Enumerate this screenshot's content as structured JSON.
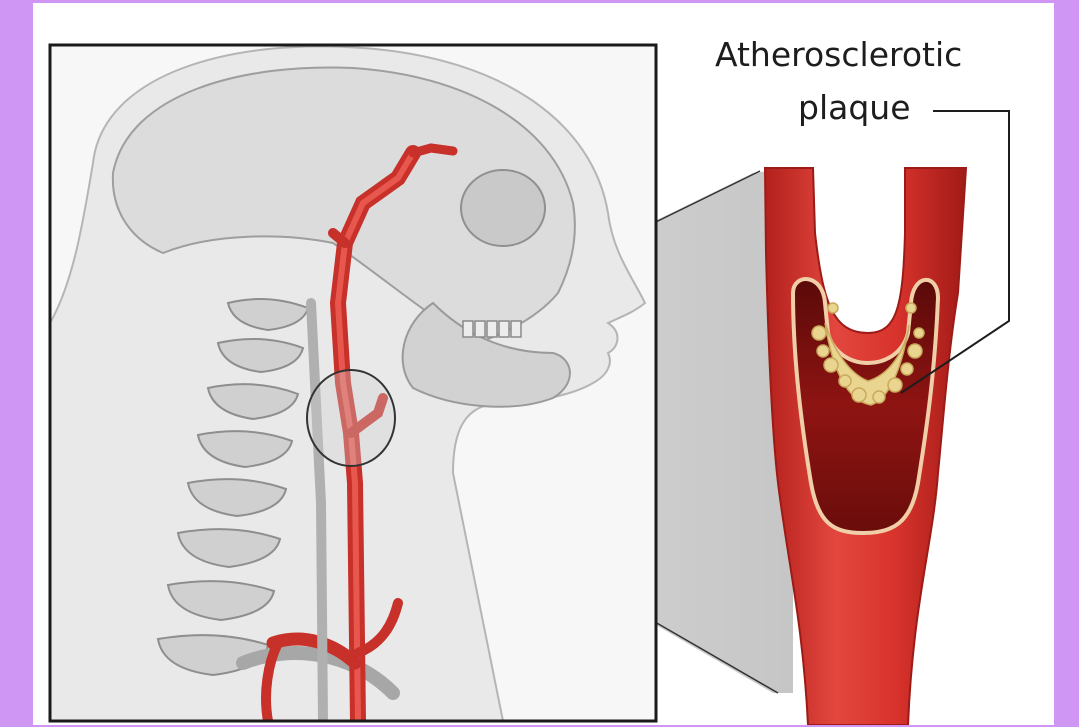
{
  "diagram": {
    "callout": {
      "line1": "Atherosclerotic",
      "line2": "plaque"
    }
  },
  "colors": {
    "page_border": "#cf96f3",
    "background": "#ffffff",
    "artery_red": "#d8332c",
    "artery_dark": "#8b1512",
    "plaque_yellow": "#e9d490",
    "skull_gray": "#bdbdbd",
    "zoom_shade": "#c6c6c6"
  },
  "icons": [
    "head-anatomy-illustration",
    "artery-cross-section-illustration"
  ]
}
